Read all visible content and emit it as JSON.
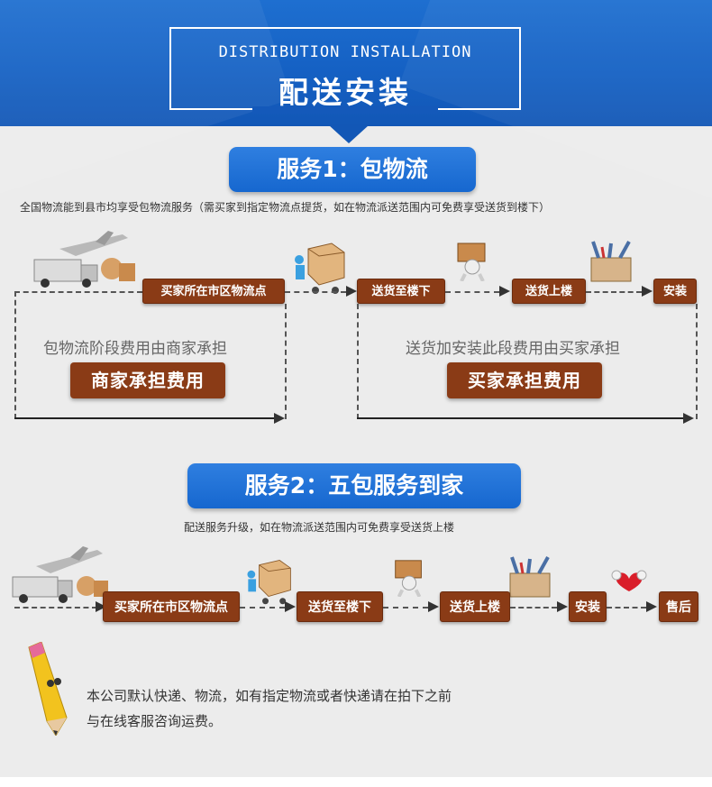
{
  "header": {
    "title_en": "DISTRIBUTION INSTALLATION",
    "title_cn": "配送安装"
  },
  "service1": {
    "title": "服务1：包物流",
    "subtitle": "全国物流能到县市均享受包物流服务（需买家到指定物流点提货，如在物流派送范围内可免费享受送货到楼下）",
    "steps": [
      "买家所在市区物流点",
      "送货至楼下",
      "送货上楼",
      "安装"
    ],
    "left_text": "包物流阶段费用由商家承担",
    "left_badge": "商家承担费用",
    "right_text": "送货加安装此段费用由买家承担",
    "right_badge": "买家承担费用"
  },
  "service2": {
    "title": "服务2：五包服务到家",
    "subtitle": "配送服务升级，如在物流派送范围内可免费享受送货上楼",
    "steps": [
      "买家所在市区物流点",
      "送货至楼下",
      "送货上楼",
      "安装",
      "售后"
    ]
  },
  "note": {
    "line1": "本公司默认快递、物流，如有指定物流或者快递请在拍下之前",
    "line2": "与在线客服咨询运费。"
  },
  "colors": {
    "blue": "#1667cf",
    "brown": "#8a3b16",
    "background": "#ececec"
  },
  "icons": [
    "logistics-icon",
    "delivery-cart-icon",
    "carrying-box-icon",
    "toolbox-icon",
    "heart-people-icon",
    "pencil-icon"
  ]
}
